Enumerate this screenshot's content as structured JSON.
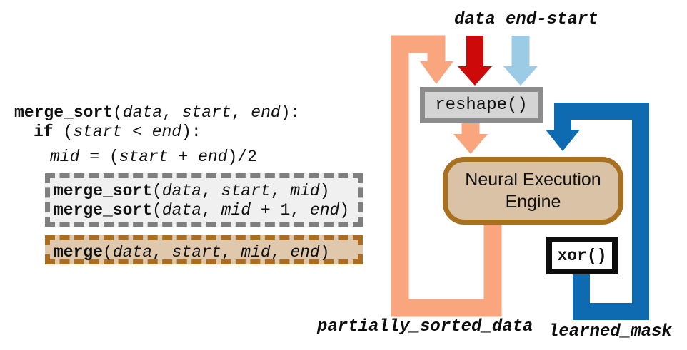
{
  "code": {
    "lines": [
      {
        "name": "signature",
        "segments": [
          {
            "t": "merge_sort",
            "s": "kw"
          },
          {
            "t": "(",
            "s": "p"
          },
          {
            "t": "data",
            "s": "v"
          },
          {
            "t": ", ",
            "s": "p"
          },
          {
            "t": "start",
            "s": "v"
          },
          {
            "t": ", ",
            "s": "p"
          },
          {
            "t": "end",
            "s": "v"
          },
          {
            "t": "):",
            "s": "p"
          }
        ]
      },
      {
        "name": "if-line",
        "segments": [
          {
            "t": "if",
            "s": "kw"
          },
          {
            "t": " (",
            "s": "p"
          },
          {
            "t": "start",
            "s": "v"
          },
          {
            "t": " < ",
            "s": "p"
          },
          {
            "t": "end",
            "s": "v"
          },
          {
            "t": "):",
            "s": "p"
          }
        ]
      },
      {
        "name": "mid-line",
        "segments": [
          {
            "t": "mid",
            "s": "v"
          },
          {
            "t": " = (",
            "s": "p"
          },
          {
            "t": "start",
            "s": "v"
          },
          {
            "t": " + ",
            "s": "p"
          },
          {
            "t": "end",
            "s": "v"
          },
          {
            "t": ")/2",
            "s": "p"
          }
        ]
      },
      {
        "name": "recursive-call-1",
        "segments": [
          {
            "t": "merge_sort",
            "s": "kw"
          },
          {
            "t": "(",
            "s": "p"
          },
          {
            "t": "data",
            "s": "v"
          },
          {
            "t": ", ",
            "s": "p"
          },
          {
            "t": "start",
            "s": "v"
          },
          {
            "t": ", ",
            "s": "p"
          },
          {
            "t": "mid",
            "s": "v"
          },
          {
            "t": ")",
            "s": "p"
          }
        ]
      },
      {
        "name": "recursive-call-2",
        "segments": [
          {
            "t": "merge_sort",
            "s": "kw"
          },
          {
            "t": "(",
            "s": "p"
          },
          {
            "t": "data",
            "s": "v"
          },
          {
            "t": ", ",
            "s": "p"
          },
          {
            "t": "mid",
            "s": "v"
          },
          {
            "t": " + 1, ",
            "s": "p"
          },
          {
            "t": "end",
            "s": "v"
          },
          {
            "t": ")",
            "s": "p"
          }
        ]
      },
      {
        "name": "merge-call",
        "segments": [
          {
            "t": "merge",
            "s": "kw"
          },
          {
            "t": "(",
            "s": "p"
          },
          {
            "t": "data",
            "s": "v"
          },
          {
            "t": ", ",
            "s": "p"
          },
          {
            "t": "start",
            "s": "v"
          },
          {
            "t": ", ",
            "s": "p"
          },
          {
            "t": "mid",
            "s": "v"
          },
          {
            "t": ", ",
            "s": "p"
          },
          {
            "t": "end",
            "s": "v"
          },
          {
            "t": ")",
            "s": "p"
          }
        ]
      }
    ]
  },
  "diagram": {
    "inputs": {
      "data_label": "data",
      "end_start_label": "end-start"
    },
    "reshape_label": "reshape()",
    "engine_label_line1": "Neural Execution",
    "engine_label_line2": "Engine",
    "xor_label": "xor()",
    "outputs": {
      "partially_sorted_data_label": "partially_sorted_data",
      "learned_mask_label": "learned_mask"
    }
  },
  "colors": {
    "recurrence_arrow": "#F9A57E",
    "data_arrow": "#CE0909",
    "end_start_arrow": "#9CCBE6",
    "mask_arrow": "#0E6BB2",
    "engine_border": "#A9711F",
    "engine_fill": "#D9C2A6",
    "merge_box_border": "#AE6C23",
    "merge_box_fill": "#DFC8AC",
    "recursion_box_border": "#7F7F7F",
    "recursion_box_fill": "#F0F0F0",
    "reshape_border": "#8C8C8C",
    "reshape_fill": "#D4D4D4"
  }
}
